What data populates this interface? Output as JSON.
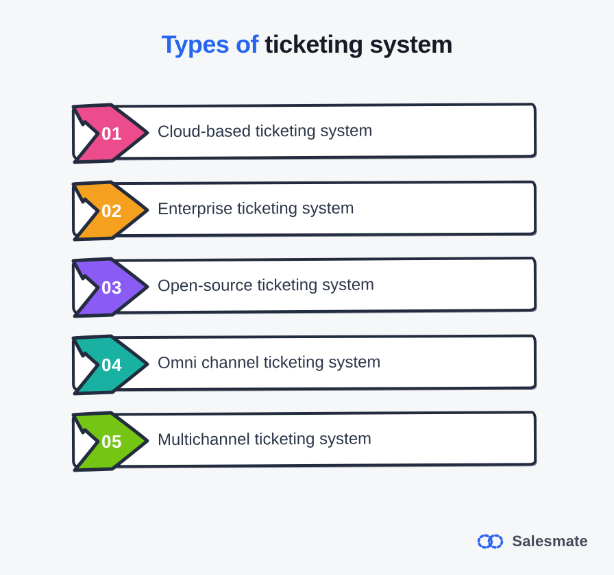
{
  "title": {
    "highlight": "Types of",
    "rest": "ticketing system"
  },
  "items": [
    {
      "number": "01",
      "label": "Cloud-based ticketing system",
      "color": "#ec4c8b"
    },
    {
      "number": "02",
      "label": "Enterprise ticketing system",
      "color": "#f6a01f"
    },
    {
      "number": "03",
      "label": "Open-source ticketing system",
      "color": "#8a5cf5"
    },
    {
      "number": "04",
      "label": "Omni channel ticketing system",
      "color": "#19b2a2"
    },
    {
      "number": "05",
      "label": "Multichannel ticketing system",
      "color": "#75c515"
    }
  ],
  "footer": {
    "brand": "Salesmate",
    "logo_icon": "chain-link-dashed-icon"
  },
  "colors": {
    "background": "#f6f7f9",
    "title_highlight": "#2565ef",
    "title_text": "#161b26",
    "outline": "#222c3e",
    "label_text": "#2c3648",
    "number_text": "#ffffff",
    "logo_blue": "#2e63f2",
    "brand_text": "#424a58"
  }
}
